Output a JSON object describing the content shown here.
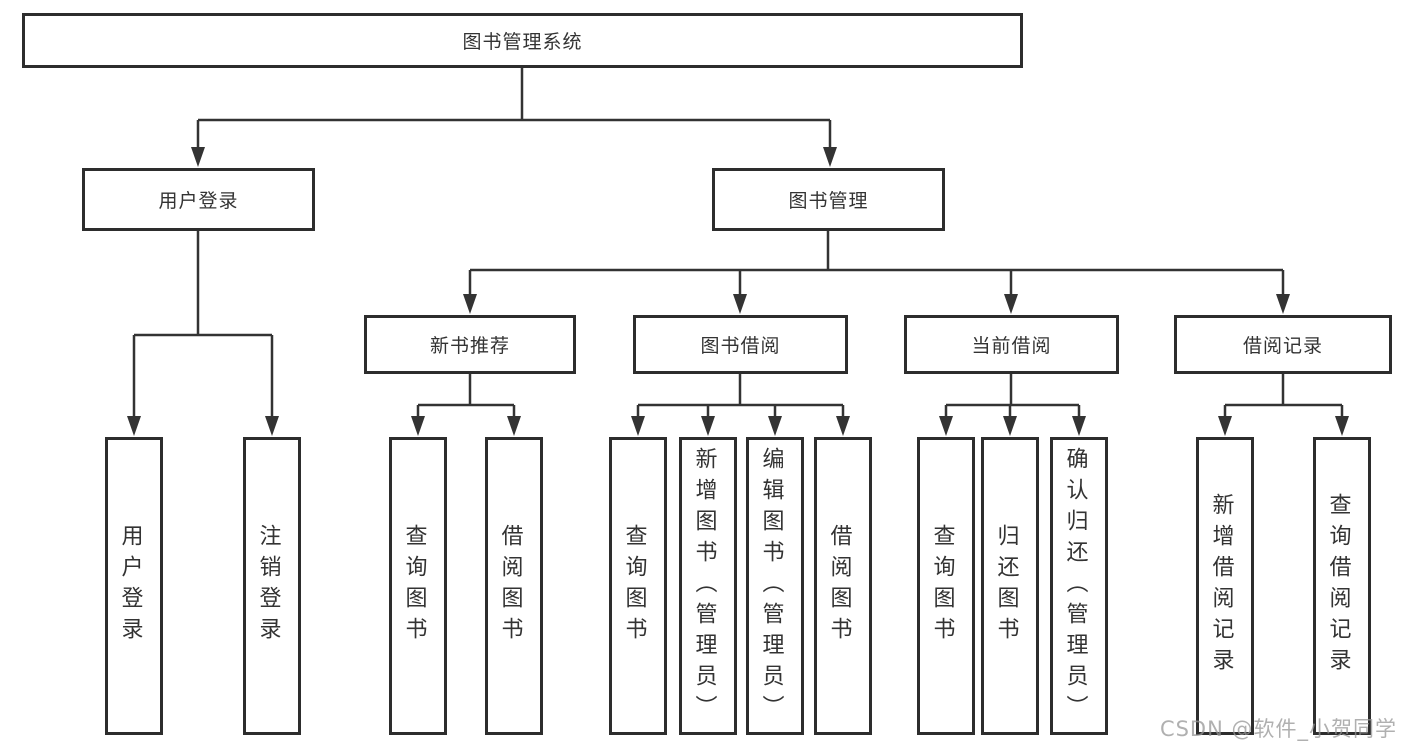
{
  "colors": {
    "line": "#333333",
    "box_border": "#2d2d2d",
    "text": "#333333",
    "background": "#ffffff",
    "watermark": "#969696"
  },
  "tree": {
    "label": "图书管理系统",
    "children": [
      {
        "label": "用户登录",
        "children": [
          {
            "label": "用户登录"
          },
          {
            "label": "注销登录"
          }
        ]
      },
      {
        "label": "图书管理",
        "children": [
          {
            "label": "新书推荐",
            "children": [
              {
                "label": "查询图书"
              },
              {
                "label": "借阅图书"
              }
            ]
          },
          {
            "label": "图书借阅",
            "children": [
              {
                "label": "查询图书"
              },
              {
                "label": "新增图书（管理员）"
              },
              {
                "label": "编辑图书（管理员）"
              },
              {
                "label": "借阅图书"
              }
            ]
          },
          {
            "label": "当前借阅",
            "children": [
              {
                "label": "查询图书"
              },
              {
                "label": "归还图书"
              },
              {
                "label": "确认归还（管理员）"
              }
            ]
          },
          {
            "label": "借阅记录",
            "children": [
              {
                "label": "新增借阅记录"
              },
              {
                "label": "查询借阅记录"
              }
            ]
          }
        ]
      }
    ]
  },
  "watermark": "CSDN @软件_小贺同学"
}
